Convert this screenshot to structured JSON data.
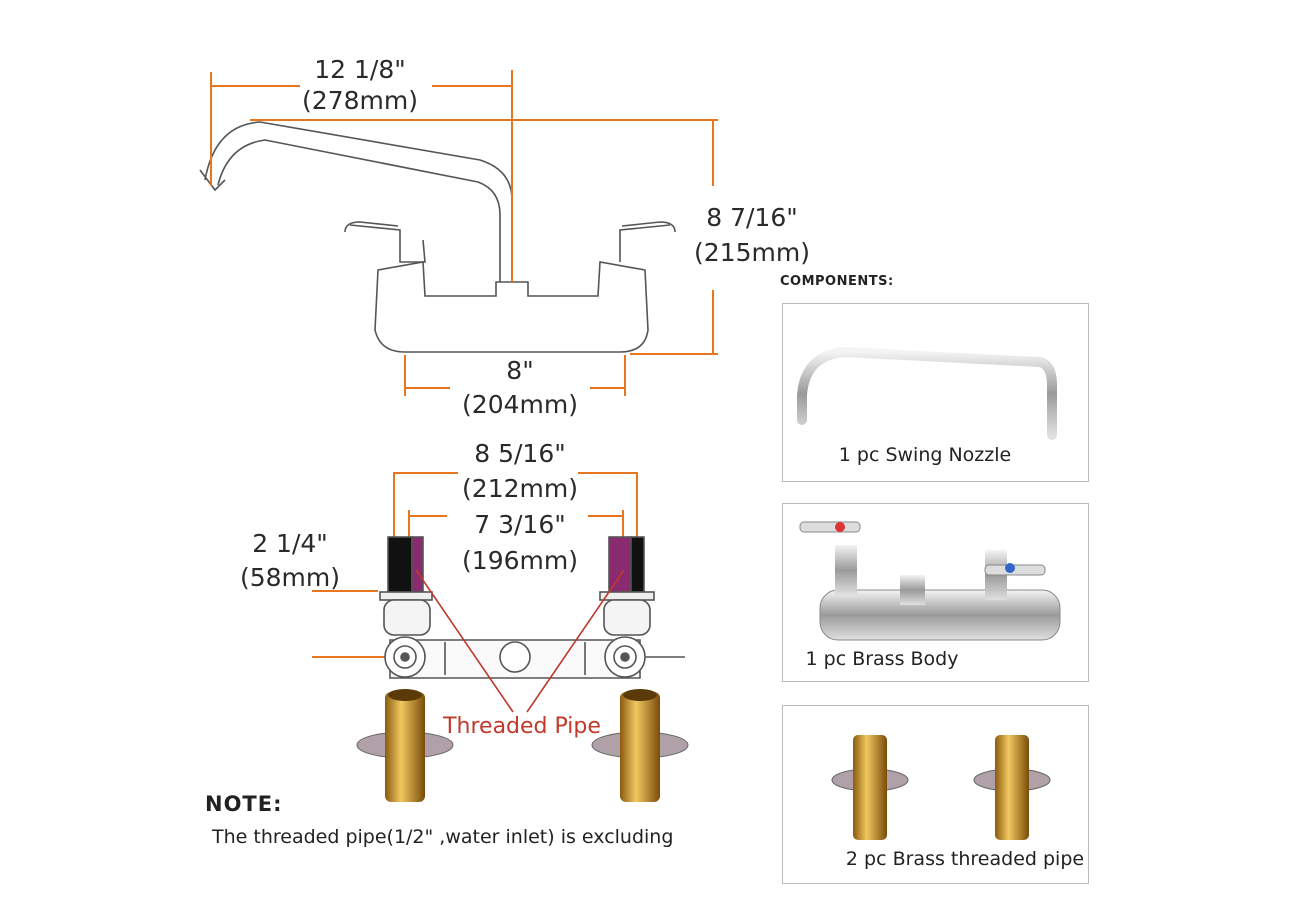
{
  "top_view": {
    "reach": {
      "imperial": "12 1/8\"",
      "metric": "(278mm)"
    },
    "height": {
      "imperial": "8 7/16\"",
      "metric": "(215mm)"
    },
    "center": {
      "imperial": "8\"",
      "metric": "(204mm)"
    }
  },
  "bottom_view": {
    "outer": {
      "imperial": "8 5/16\"",
      "metric": "(212mm)"
    },
    "inner": {
      "imperial": "7 3/16\"",
      "metric": "(196mm)"
    },
    "depth": {
      "imperial": "2 1/4\"",
      "metric": "(58mm)"
    },
    "callout": "Threaded Pipe"
  },
  "note": {
    "title": "NOTE:",
    "text": "The threaded pipe(1/2\"  ,water inlet) is excluding"
  },
  "components": {
    "title": "COMPONENTS:",
    "items": [
      {
        "label": "1 pc Swing Nozzle"
      },
      {
        "label": "1 pc Brass Body"
      },
      {
        "label": "2 pc Brass threaded pipe"
      }
    ]
  },
  "colors": {
    "dimension": "#e8761e",
    "callout": "#c0392b",
    "brass": "#c9962e"
  }
}
